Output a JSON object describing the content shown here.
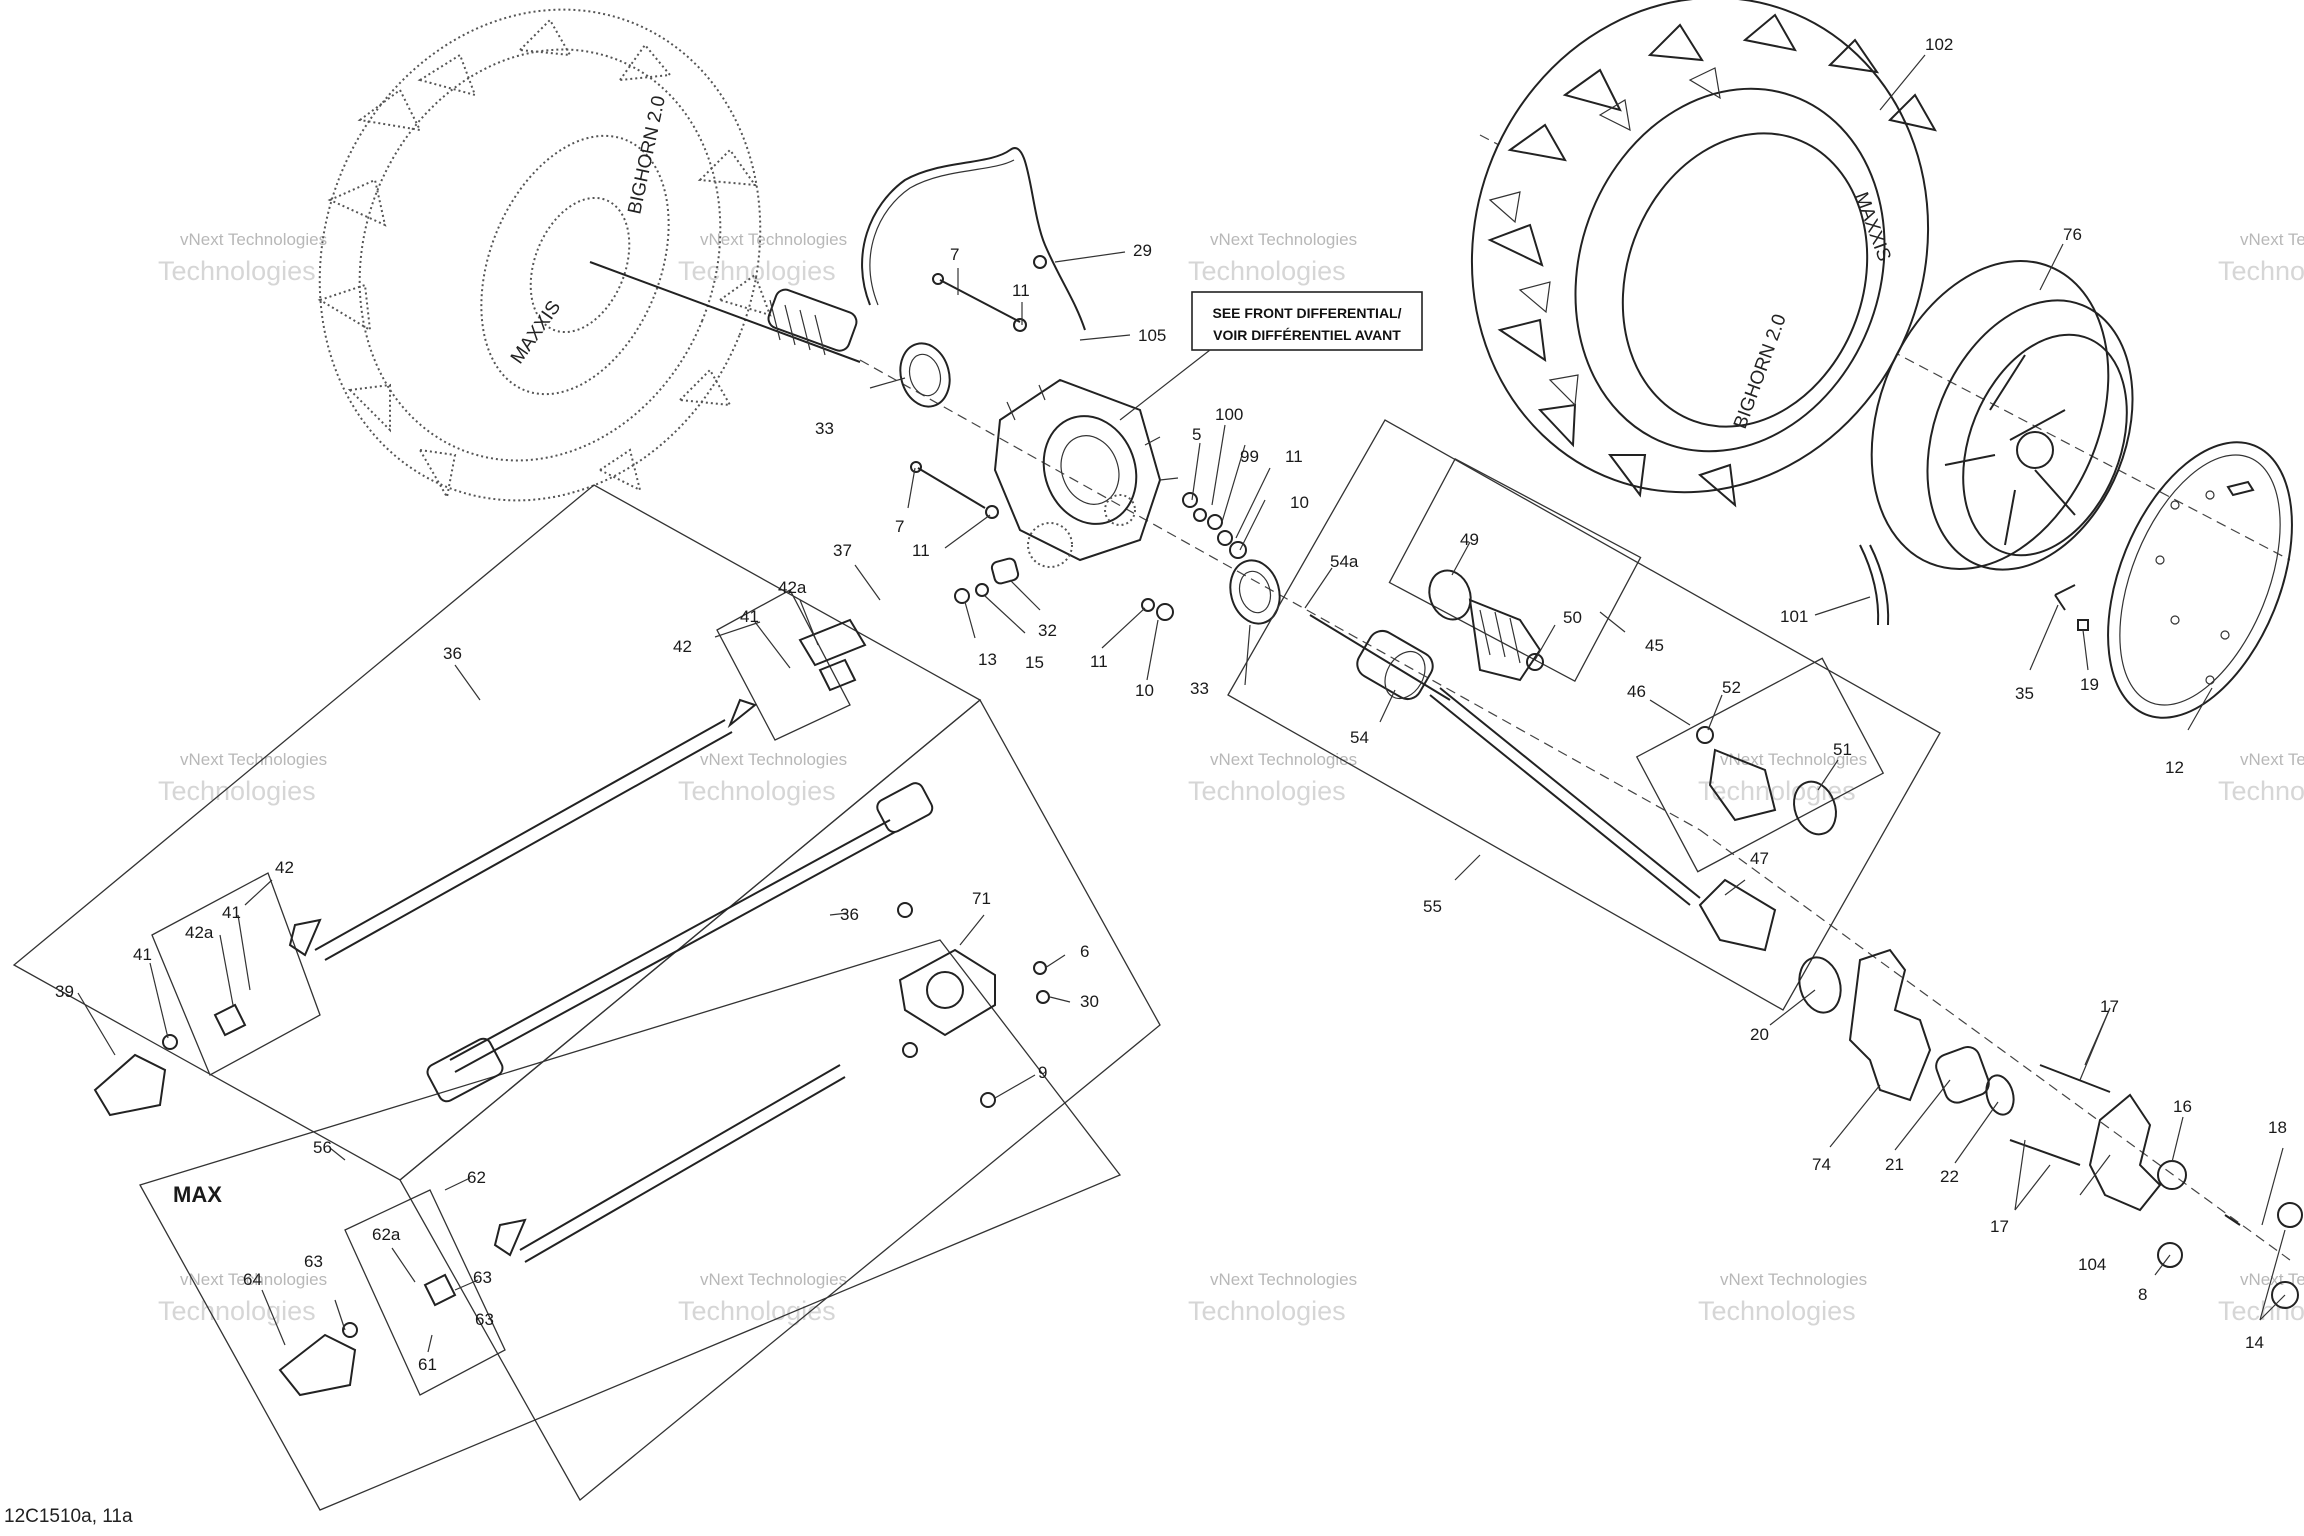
{
  "diagram": {
    "reference_code": "12C1510a, 11a",
    "note_line1": "SEE FRONT DIFFERENTIAL/",
    "note_line2": "VOIR DIFFÉRENTIEL AVANT",
    "max_label": "MAX",
    "watermark_line1": "vNext Technologies",
    "watermark_line2": "Technologies",
    "tire_text_1": "BIGHORN 2.0",
    "tire_text_2": "MAXXIS",
    "tire_text_3": "MAXXIS",
    "tire_text_4": "BIGHORN 2.0",
    "callouts": [
      "102",
      "29",
      "7",
      "11",
      "105",
      "33",
      "76",
      "100",
      "5",
      "99",
      "11",
      "10",
      "7",
      "11",
      "54a",
      "49",
      "13",
      "15",
      "32",
      "37",
      "42a",
      "41",
      "42",
      "36",
      "11",
      "10",
      "33",
      "50",
      "45",
      "46",
      "52",
      "51",
      "54",
      "101",
      "35",
      "19",
      "12",
      "55",
      "47",
      "42",
      "41",
      "42a",
      "36",
      "71",
      "6",
      "30",
      "39",
      "41",
      "9",
      "20",
      "17",
      "56",
      "62",
      "74",
      "21",
      "22",
      "16",
      "18",
      "17",
      "104",
      "8",
      "14",
      "62a",
      "63",
      "64",
      "63",
      "61",
      "63"
    ]
  }
}
